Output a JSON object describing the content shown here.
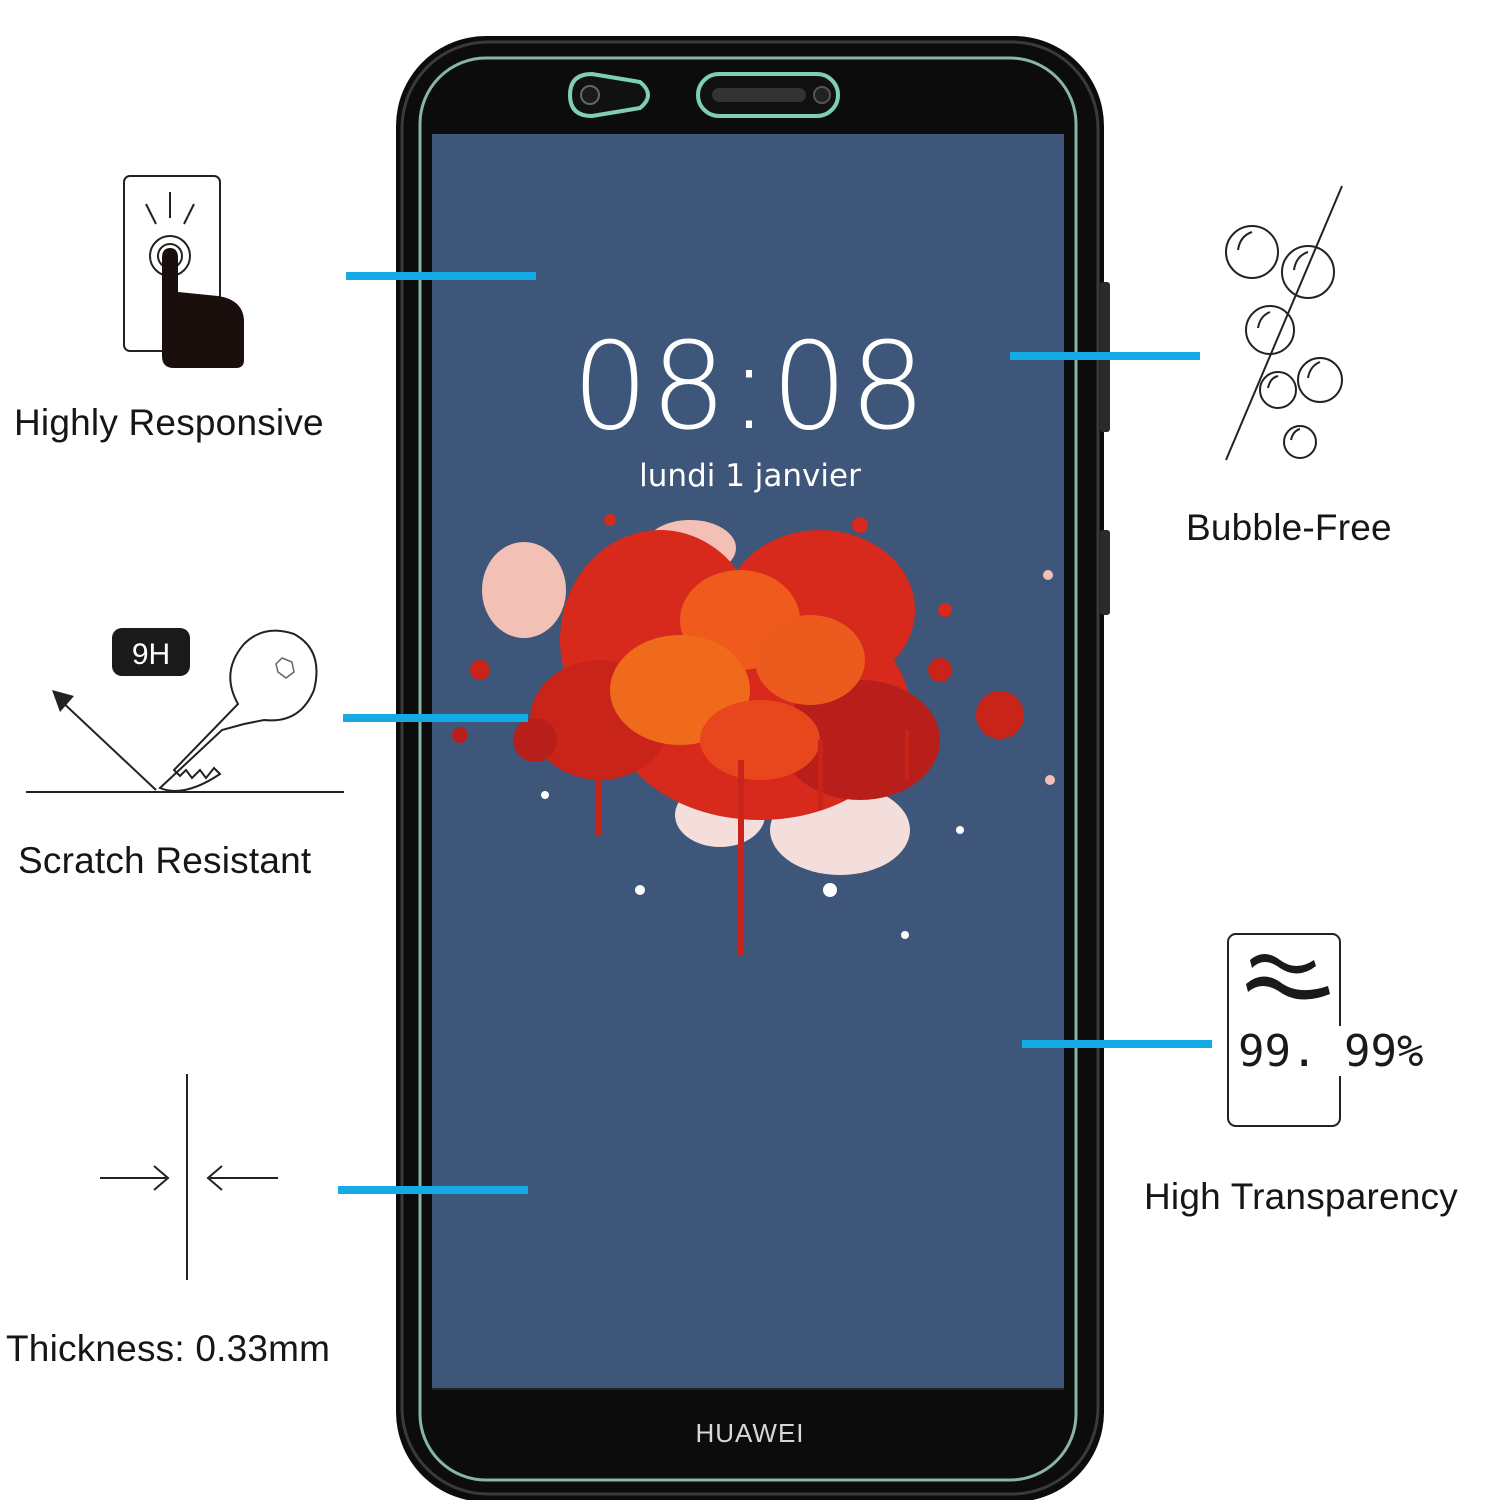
{
  "colors": {
    "accent_line": "#15a9e6",
    "screen_bg": "#3e5679",
    "phone_body": "#0e0e0e",
    "splash_red": "#d7291c",
    "splash_orange": "#f05a1c",
    "splash_pink": "#f2c0b5"
  },
  "phone": {
    "clock": "08:08",
    "date": "lundi 1 janvier",
    "brand": "HUAWEI"
  },
  "features": {
    "responsive": {
      "label": "Highly Responsive",
      "icon": "touch-finger-icon"
    },
    "scratch": {
      "label": "Scratch Resistant",
      "icon": "key-scratch-icon",
      "badge": "9H"
    },
    "thickness": {
      "label": "Thickness: 0.33mm",
      "icon": "thickness-arrows-icon"
    },
    "bubble": {
      "label": "Bubble-Free",
      "icon": "bubbles-icon"
    },
    "transparency": {
      "label": "High Transparency",
      "icon": "transparency-icon",
      "value": "99. 99%"
    }
  }
}
